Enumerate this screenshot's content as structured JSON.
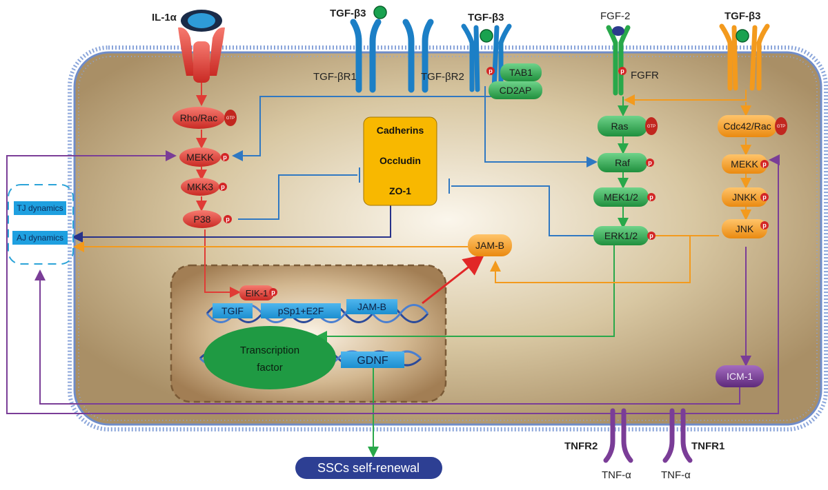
{
  "ligands": {
    "il1a": "IL-1α",
    "tgfb3_a": "TGF-β3",
    "tgfb3_b": "TGF-β3",
    "fgf2": "FGF-2",
    "tgfb3_c": "TGF-β3",
    "tnfa_a": "TNF-α",
    "tnfa_b": "TNF-α"
  },
  "receptors": {
    "tgfbr1": "TGF-βR1",
    "tgfbr2": "TGF-βR2",
    "fgfr": "FGFR",
    "tnfr2": "TNFR2",
    "tnfr1": "TNFR1"
  },
  "nodes": {
    "tab1": "TAB1",
    "cd2ap": "CD2AP",
    "rho_rac": "Rho/Rac",
    "mekk_left": "MEKK",
    "mkk3": "MKK3",
    "p38": "P38",
    "ras": "Ras",
    "raf": "Raf",
    "mek12": "MEK1/2",
    "erk12": "ERK1/2",
    "cdc42_rac": "Cdc42/Rac",
    "mekk_right": "MEKK",
    "jnkk": "JNKK",
    "jnk": "JNK",
    "icm1": "ICM-1",
    "jamb": "JAM-B"
  },
  "junction_box": {
    "cadherins": "Cadherins",
    "occludin": "Occludin",
    "zo1": "ZO-1"
  },
  "dynamics": {
    "tj": "TJ dynamics",
    "aj": "AJ dynamics"
  },
  "nucleus": {
    "elk1": "EIK-1",
    "tgif": "TGIF",
    "psp1": "pSp1+E2F",
    "jamb_gene": "JAM-B",
    "tf_line1": "Transcription",
    "tf_line2": "factor",
    "gdnf": "GDNF"
  },
  "outcome": "SSCs self-renewal",
  "badges": {
    "phospho": "p",
    "gtp": "GTP"
  },
  "colors": {
    "red": "#e03b35",
    "blue": "#2f78c2",
    "green": "#28a84a",
    "orange": "#f39a1d",
    "purple": "#7a3d97",
    "cell": "#cdbb96",
    "junction": "#f8b800",
    "nucleus": "#b8976e",
    "outcome": "#2d3f93"
  }
}
